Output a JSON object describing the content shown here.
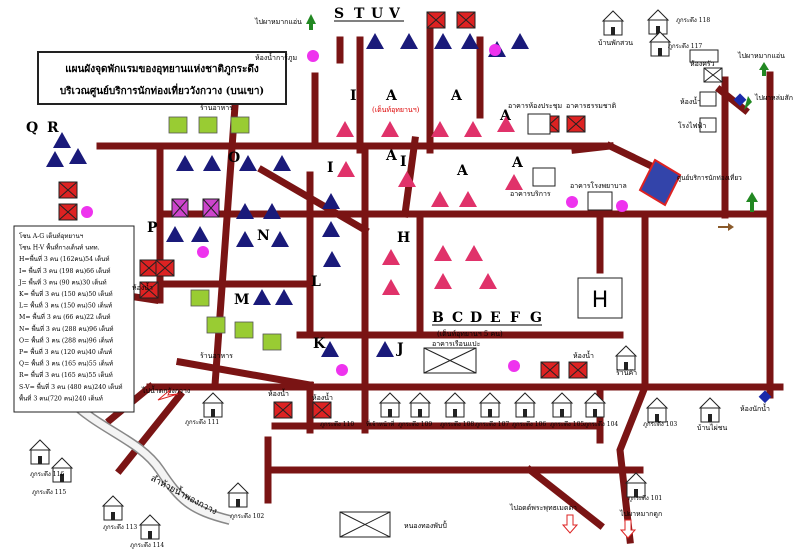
{
  "title": {
    "line1": "แผนผังจุดพักแรมของอุทยานแห่งชาติภูกระดึง",
    "line2": "บริเวณศูนย์บริการนักท่องเที่ยววังกวาง (บนเขา)"
  },
  "zones": {
    "Q": "Q",
    "R": "R",
    "O": "O",
    "P": "P",
    "N": "N",
    "M": "M",
    "L": "L",
    "K": "K",
    "J": "J",
    "H": "H",
    "I1": "I",
    "I2": "I",
    "I3": "I",
    "A1": "A",
    "A2": "A",
    "A3": "A",
    "A4": "A",
    "A5": "A",
    "S": "S",
    "T": "T",
    "U": "U",
    "V": "V",
    "B": "B",
    "C": "C",
    "D": "D",
    "E": "E",
    "F": "F",
    "G": "G"
  },
  "notes": {
    "tent_rent_top": "(เต็นท์อุทยานฯ)",
    "tent_rent_bcdefg": "(เต็นท์อุทยานฯ 5 คน)"
  },
  "labels": {
    "to_pen_nok_aen": "ไปผาหมากแอ่น",
    "toilet_poo": "ห้องน้ำการ์ภูม",
    "restaurant1": "ร้านอาหาร",
    "restaurant2": "ร้านอาหาร",
    "meeting_hall": "อาคารห้องประชุม",
    "nature_museum": "อาคารธรรมชาติ",
    "service_building": "อาคารบริการ",
    "info_building": "อาคารโรงพยาบาล",
    "service_center": "ศูนย์บริการนักท่องเที่ยว",
    "dorm_building": "อาคารเรือนแปะ",
    "toilet1": "ห้องน้ำ",
    "toilet2": "ห้องน้ำ",
    "toilet3": "ห้องน้ำ",
    "toilet4": "ห้องน้ำ",
    "toilet5": "ห้องน้ำ",
    "toilet_nak": "ห้องนักน้ำ",
    "to_nam_tok": "ไปน้ำตกวังกวาง",
    "stream": "ลำห้วยน้ำพองกวาง",
    "to_pen_aen": "ไปผาหมากแอ่น",
    "to_nam_tok_pen": "ไปน้ำตกเพ็ญพบ",
    "to_pa_nok": "ไปผาหมากดูก",
    "to_pa_lom": "ไปผาหล่มสัก",
    "gate_pa": "ไปอดด์พระพุทธเมตตา",
    "water_plant": "หนองน้ำ",
    "ban_phak_bansuan": "บ้านพักสวน",
    "house_view": "บ้านไผ่ชน",
    "helipad": "H",
    "tennis": "หนองทองพับปั้",
    "bathroom": "ห้องน้ำ",
    "shop": "ร้านค้า",
    "kitchen": "ห้องครัว",
    "laundry": "โรงไฟฟ้า",
    "cabins": [
      "ภูกระดึง 118",
      "ภูกระดึง 117",
      "ภูกระดึง 111",
      "ภูกระดึง 110",
      "ที่เจ้าหน้าที่",
      "ภูกระดึง 109",
      "ภูกระดึง 108",
      "ภูกระดึง 107",
      "ภูกระดึง 106",
      "ภูกระดึง 105",
      "ภูกระดึง 104",
      "ภูกระดึง 103",
      "ภูกระดึง 116",
      "ภูกระดึง 115",
      "ภูกระดึง 113",
      "ภูกระดึง 114",
      "ภูกระดึง 102",
      "ภูกระดึง 101"
    ]
  },
  "legend": {
    "lines": [
      "โซน A-G เต็นท์อุทยานฯ",
      "โซน H-V พื้นที่กางเต็นท์ นทท.",
      "H=พื้นที่ 3 คน (162คน)54 เต็นท์",
      "I= พื้นที่ 3 คน (198 คน)66 เต็นท์",
      "J= พื้นที่ 3 คน (90 คน)30 เต็นท์",
      "K= พื้นที่ 3 คน (150 คน)50 เต็นท์",
      "L= พื้นที่ 3 คน (150 คน)50 เต็นท์",
      "M= พื้นที่ 3 คน (66 คน)22 เต็นท์",
      "N= พื้นที่ 3 คน (288 คน)96 เต็นท์",
      "O= พื้นที่ 3 คน (288 คน)96 เต็นท์",
      "P= พื้นที่ 3 คน (120 คน)40 เต็นท์",
      "Q= พื้นที่ 3 คน (165 คน)55 เต็นท์",
      "R= พื้นที่ 3 คน (165 คน)55 เต็นท์",
      "S-V= พื้นที่ 3 คน (480 คน)240 เต็นท์",
      "พื้นที่ 3 คน(720 คน)240 เต็นท์"
    ]
  },
  "colors": {
    "road": "#7a1414",
    "tent_blue": "#1a1a7a",
    "tent_pink": "#e0326a",
    "green": "#99cc33",
    "red_box": "#dd2222",
    "magenta_box": "#cc44cc",
    "pink_dot": "#ee33ee",
    "blue_building": "#3344aa"
  }
}
